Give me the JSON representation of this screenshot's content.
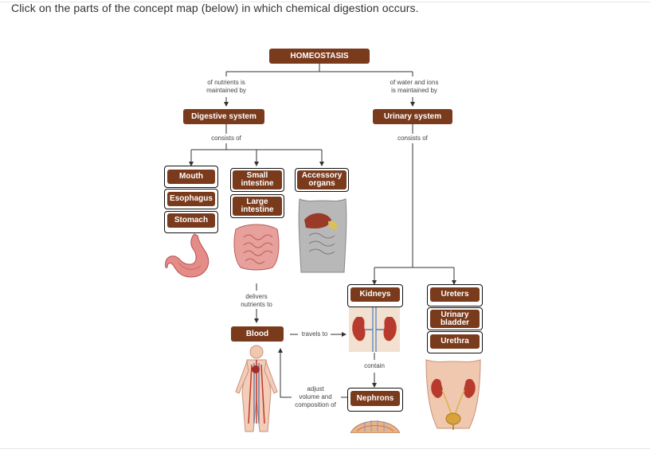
{
  "instruction": "Click on the parts of the concept map (below) in which chemical digestion occurs.",
  "map": {
    "homeostasis": "HOMEOSTASIS",
    "nutrients_text_1": "of nutrients is",
    "nutrients_text_2": "maintained by",
    "water_text_1": "of water and ions",
    "water_text_2": "is maintained by",
    "digestive_system": "Digestive system",
    "urinary_system": "Urinary system",
    "consists_of_left": "consists of",
    "consists_of_right": "consists of",
    "mouth": "Mouth",
    "esophagus": "Esophagus",
    "stomach": "Stomach",
    "small_intestine_1": "Small",
    "small_intestine_2": "intestine",
    "large_intestine_1": "Large",
    "large_intestine_2": "intestine",
    "accessory_1": "Accessory",
    "accessory_2": "organs",
    "delivers_1": "delivers",
    "delivers_2": "nutrients to",
    "blood": "Blood",
    "travels_to": "travels to",
    "kidneys": "Kidneys",
    "ureters": "Ureters",
    "urinary_bladder_1": "Urinary",
    "urinary_bladder_2": "bladder",
    "urethra": "Urethra",
    "contain": "contain",
    "adjust_1": "adjust",
    "adjust_2": "volume and",
    "adjust_3": "composition of",
    "nephrons": "Nephrons"
  },
  "colors": {
    "box": "#7a3b1d",
    "selection_border": "#111111"
  }
}
